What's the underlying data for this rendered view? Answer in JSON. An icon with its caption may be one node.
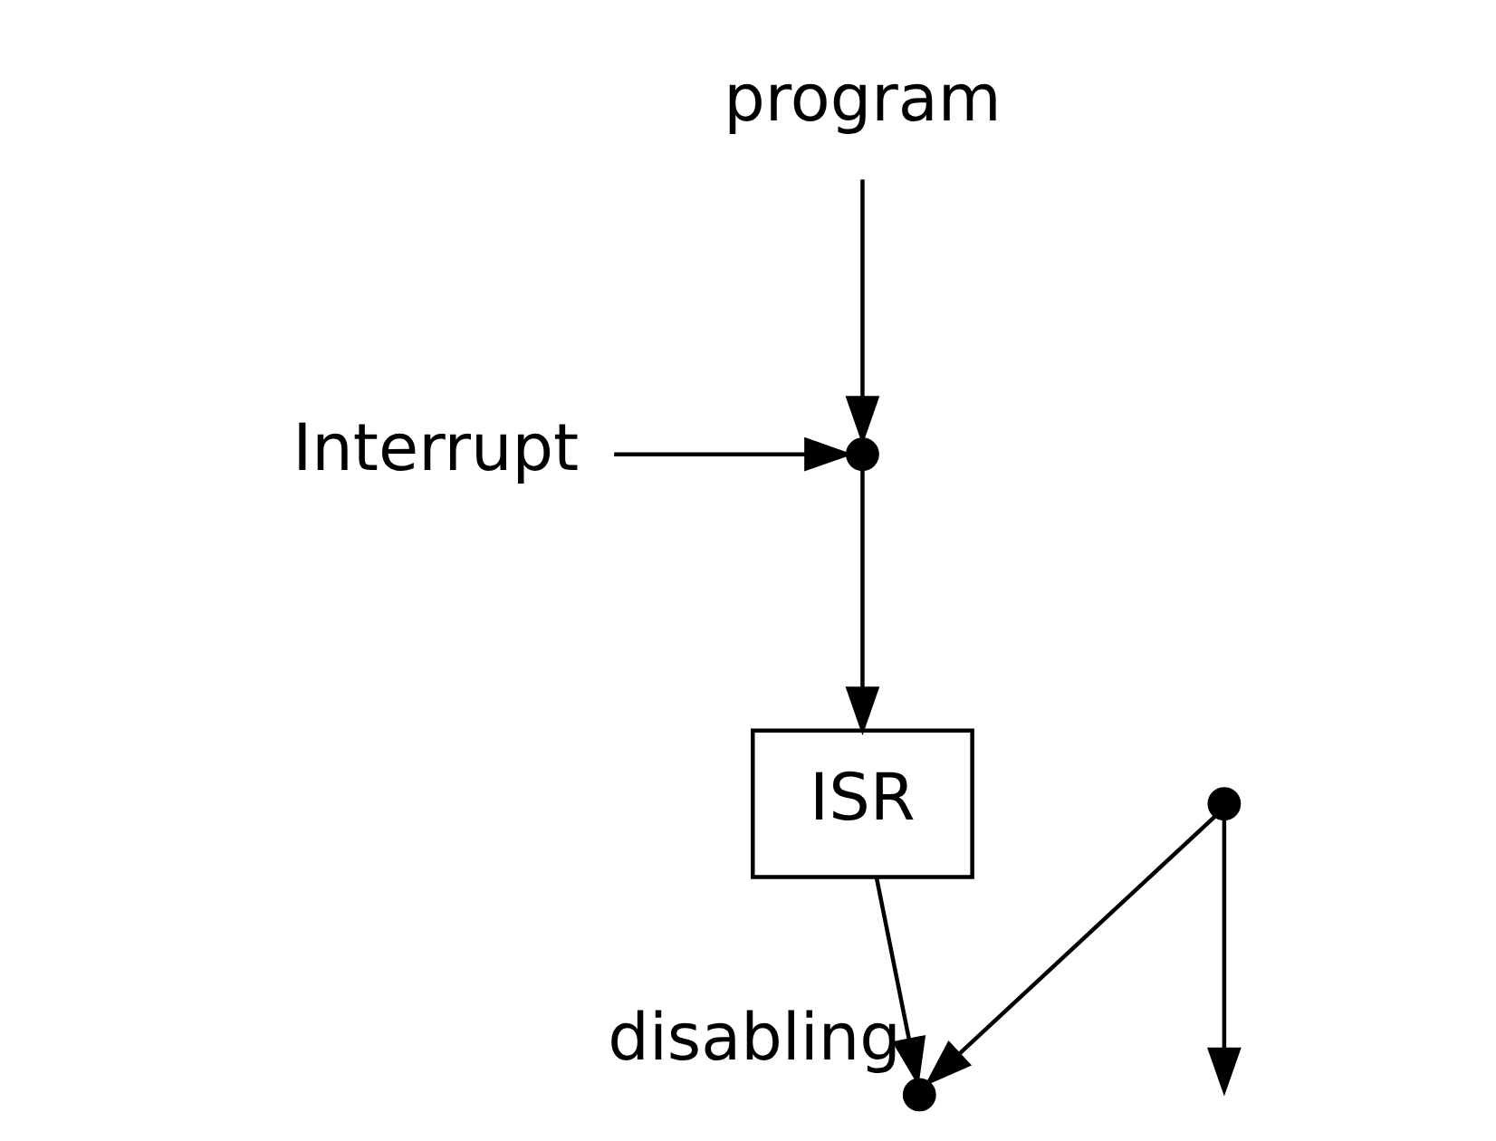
{
  "diagram": {
    "nodes": [
      {
        "text": [
          "program"
        ]
      },
      {
        "text": [],
        "shape": "point"
      },
      {
        "text": [
          "Interrupt"
        ]
      },
      {
        "text": [
          "ISR"
        ]
      },
      {
        "text": [],
        "shape": "point",
        "beside": [
          "disabling"
        ]
      },
      {
        "text": [],
        "shape": "point"
      }
    ],
    "edges": [
      {
        "from": 0,
        "to": 1,
        "arrow": "to"
      },
      {
        "from": 2,
        "to": 1,
        "arrow": "to"
      },
      {
        "from": 1,
        "to": 3,
        "arrow": "to"
      },
      {
        "from": 3,
        "to": 4,
        "arrow": "to"
      },
      {
        "from": 5,
        "to": 4,
        "arrow": "to"
      },
      {
        "from": 5,
        "to": null,
        "arrow": "to"
      }
    ]
  }
}
